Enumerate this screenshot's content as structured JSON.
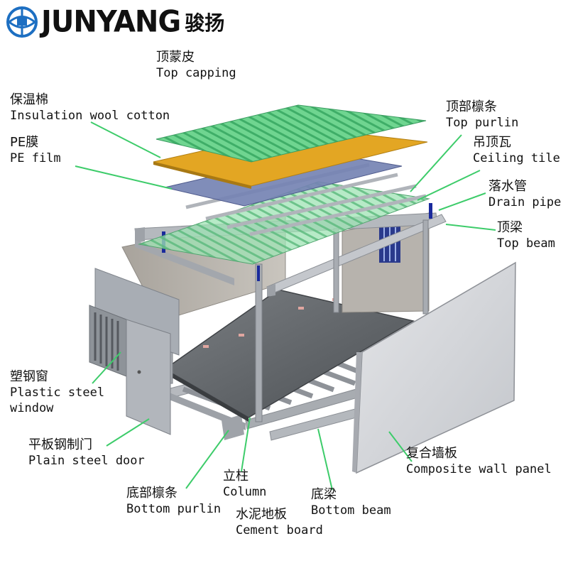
{
  "brand": {
    "name": "JUNYANG",
    "name_cn": "骏扬"
  },
  "components": {
    "top_capping": {
      "cn": "顶蒙皮",
      "en": "Top capping"
    },
    "insulation": {
      "cn": "保温棉",
      "en": "Insulation wool cotton"
    },
    "pe_film": {
      "cn": "PE膜",
      "en": "PE film"
    },
    "top_purlin": {
      "cn": "顶部檩条",
      "en": "Top purlin"
    },
    "ceiling_tile": {
      "cn": "吊顶瓦",
      "en": "Ceiling tile"
    },
    "drain_pipe": {
      "cn": "落水管",
      "en": "Drain pipe"
    },
    "top_beam": {
      "cn": "顶梁",
      "en": "Top beam"
    },
    "window": {
      "cn": "塑钢窗",
      "en_line1": "Plastic steel",
      "en_line2": "window"
    },
    "door": {
      "cn": "平板钢制门",
      "en": "Plain steel door"
    },
    "composite_panel": {
      "cn": "复合墙板",
      "en": "Composite wall panel"
    },
    "column": {
      "cn": "立柱",
      "en": "Column"
    },
    "bottom_purlin": {
      "cn": "底部檩条",
      "en": "Bottom purlin"
    },
    "cement_board": {
      "cn": "水泥地板",
      "en": "Cement board"
    },
    "bottom_beam": {
      "cn": "底梁",
      "en": "Bottom beam"
    }
  },
  "colors": {
    "leader_line": "#3dcc6a",
    "green_sheet": "#5fcf86",
    "insulation_yellow": "#e3a623",
    "pe_film_blue": "#6f7fae",
    "steel_frame": "#a9adb4",
    "wall_panel": "#d2d4d8",
    "floor_dark": "#5a5e62",
    "column_blue": "#1a2a9c"
  }
}
